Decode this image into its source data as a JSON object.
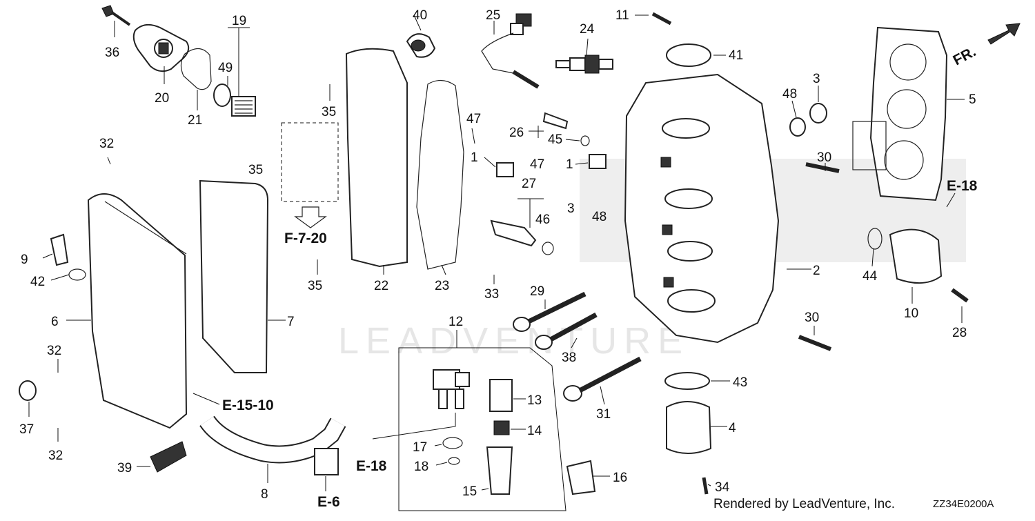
{
  "diagram": {
    "code": "ZZ34E0200A",
    "credit": "Rendered by LeadVenture, Inc.",
    "direction_marker": "FR.",
    "watermark": "LEADVENTURE",
    "references": [
      {
        "id": "ref-f720",
        "text": "F-7-20"
      },
      {
        "id": "ref-e1510",
        "text": "E-15-10"
      },
      {
        "id": "ref-e18-top",
        "text": "E-18"
      },
      {
        "id": "ref-e18-bottom",
        "text": "E-18"
      },
      {
        "id": "ref-e6",
        "text": "E-6"
      }
    ],
    "callouts": [
      {
        "id": "c36",
        "text": "36"
      },
      {
        "id": "c20",
        "text": "20"
      },
      {
        "id": "c21",
        "text": "21"
      },
      {
        "id": "c19",
        "text": "19"
      },
      {
        "id": "c49",
        "text": "49"
      },
      {
        "id": "c40",
        "text": "40"
      },
      {
        "id": "c25",
        "text": "25"
      },
      {
        "id": "c24",
        "text": "24"
      },
      {
        "id": "c11",
        "text": "11"
      },
      {
        "id": "c41",
        "text": "41"
      },
      {
        "id": "c3a",
        "text": "3"
      },
      {
        "id": "c48a",
        "text": "48"
      },
      {
        "id": "c5",
        "text": "5"
      },
      {
        "id": "c35a",
        "text": "35"
      },
      {
        "id": "c32a",
        "text": "32"
      },
      {
        "id": "c35b",
        "text": "35"
      },
      {
        "id": "c47a",
        "text": "47"
      },
      {
        "id": "c26",
        "text": "26"
      },
      {
        "id": "c45",
        "text": "45"
      },
      {
        "id": "c1a",
        "text": "1"
      },
      {
        "id": "c47b",
        "text": "47"
      },
      {
        "id": "c1b",
        "text": "1"
      },
      {
        "id": "c27",
        "text": "27"
      },
      {
        "id": "c3b",
        "text": "3"
      },
      {
        "id": "c48b",
        "text": "48"
      },
      {
        "id": "c46",
        "text": "46"
      },
      {
        "id": "c30a",
        "text": "30"
      },
      {
        "id": "c9",
        "text": "9"
      },
      {
        "id": "c42",
        "text": "42"
      },
      {
        "id": "c35c",
        "text": "35"
      },
      {
        "id": "c22",
        "text": "22"
      },
      {
        "id": "c23",
        "text": "23"
      },
      {
        "id": "c33",
        "text": "33"
      },
      {
        "id": "c2",
        "text": "2"
      },
      {
        "id": "c44",
        "text": "44"
      },
      {
        "id": "c10",
        "text": "10"
      },
      {
        "id": "c28",
        "text": "28"
      },
      {
        "id": "c6",
        "text": "6"
      },
      {
        "id": "c7",
        "text": "7"
      },
      {
        "id": "c29",
        "text": "29"
      },
      {
        "id": "c12",
        "text": "12"
      },
      {
        "id": "c30b",
        "text": "30"
      },
      {
        "id": "c32b",
        "text": "32"
      },
      {
        "id": "c38",
        "text": "38"
      },
      {
        "id": "c43",
        "text": "43"
      },
      {
        "id": "c31",
        "text": "31"
      },
      {
        "id": "c13",
        "text": "13"
      },
      {
        "id": "c37",
        "text": "37"
      },
      {
        "id": "c14",
        "text": "14"
      },
      {
        "id": "c4",
        "text": "4"
      },
      {
        "id": "c17",
        "text": "17"
      },
      {
        "id": "c18",
        "text": "18"
      },
      {
        "id": "c32c",
        "text": "32"
      },
      {
        "id": "c39",
        "text": "39"
      },
      {
        "id": "c16",
        "text": "16"
      },
      {
        "id": "c8",
        "text": "8"
      },
      {
        "id": "c15",
        "text": "15"
      },
      {
        "id": "c34",
        "text": "34"
      }
    ]
  }
}
